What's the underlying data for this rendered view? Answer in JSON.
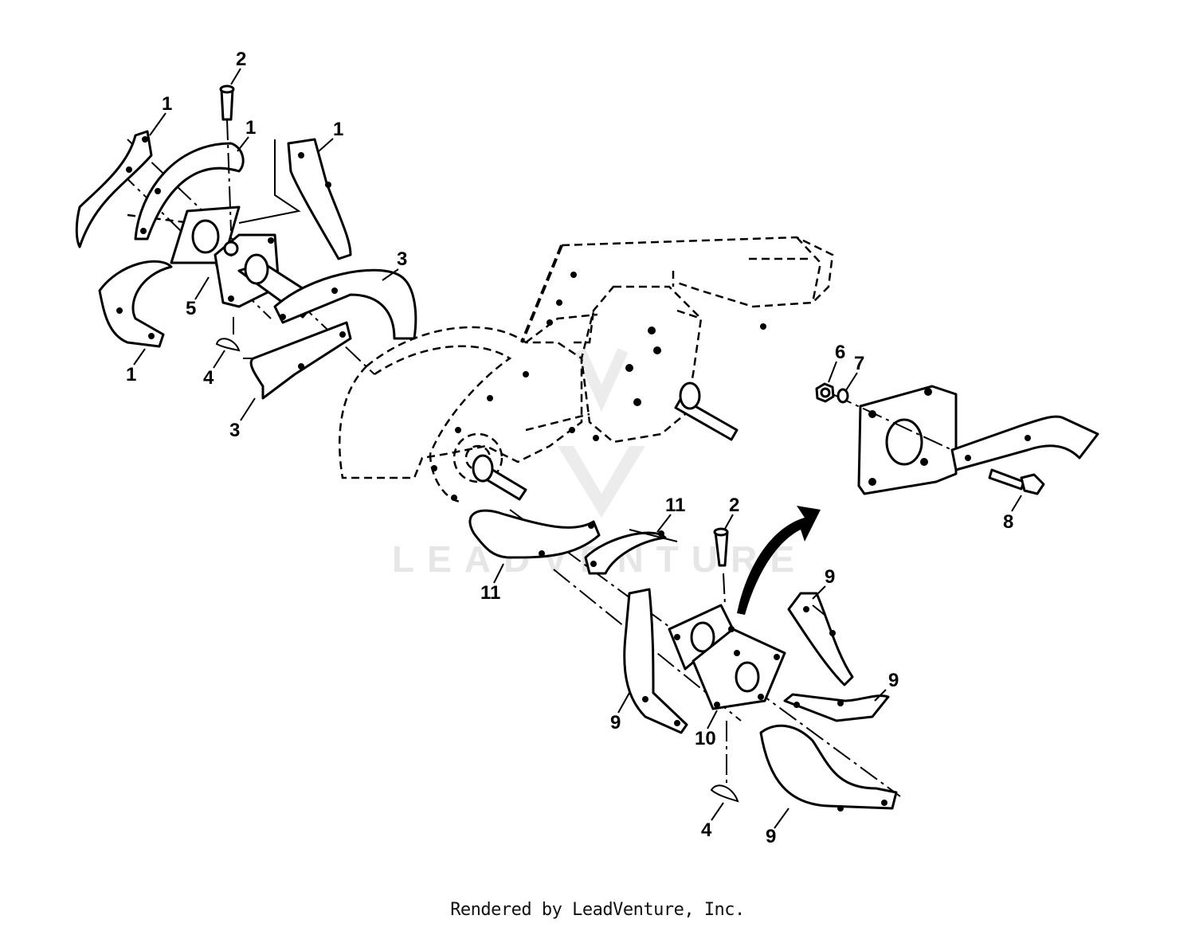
{
  "diagram": {
    "callouts": [
      {
        "id": "c1a",
        "label": "1"
      },
      {
        "id": "c1b",
        "label": "1"
      },
      {
        "id": "c1c",
        "label": "1"
      },
      {
        "id": "c1d",
        "label": "1"
      },
      {
        "id": "c2a",
        "label": "2"
      },
      {
        "id": "c2b",
        "label": "2"
      },
      {
        "id": "c3a",
        "label": "3"
      },
      {
        "id": "c3b",
        "label": "3"
      },
      {
        "id": "c4a",
        "label": "4"
      },
      {
        "id": "c4b",
        "label": "4"
      },
      {
        "id": "c5",
        "label": "5"
      },
      {
        "id": "c6",
        "label": "6"
      },
      {
        "id": "c7",
        "label": "7"
      },
      {
        "id": "c8",
        "label": "8"
      },
      {
        "id": "c9a",
        "label": "9"
      },
      {
        "id": "c9b",
        "label": "9"
      },
      {
        "id": "c9c",
        "label": "9"
      },
      {
        "id": "c9d",
        "label": "9"
      },
      {
        "id": "c10",
        "label": "10"
      },
      {
        "id": "c11a",
        "label": "11"
      },
      {
        "id": "c11b",
        "label": "11"
      }
    ],
    "watermark": "LEADVENTURE"
  },
  "footer": {
    "text": "Rendered by LeadVenture, Inc."
  }
}
